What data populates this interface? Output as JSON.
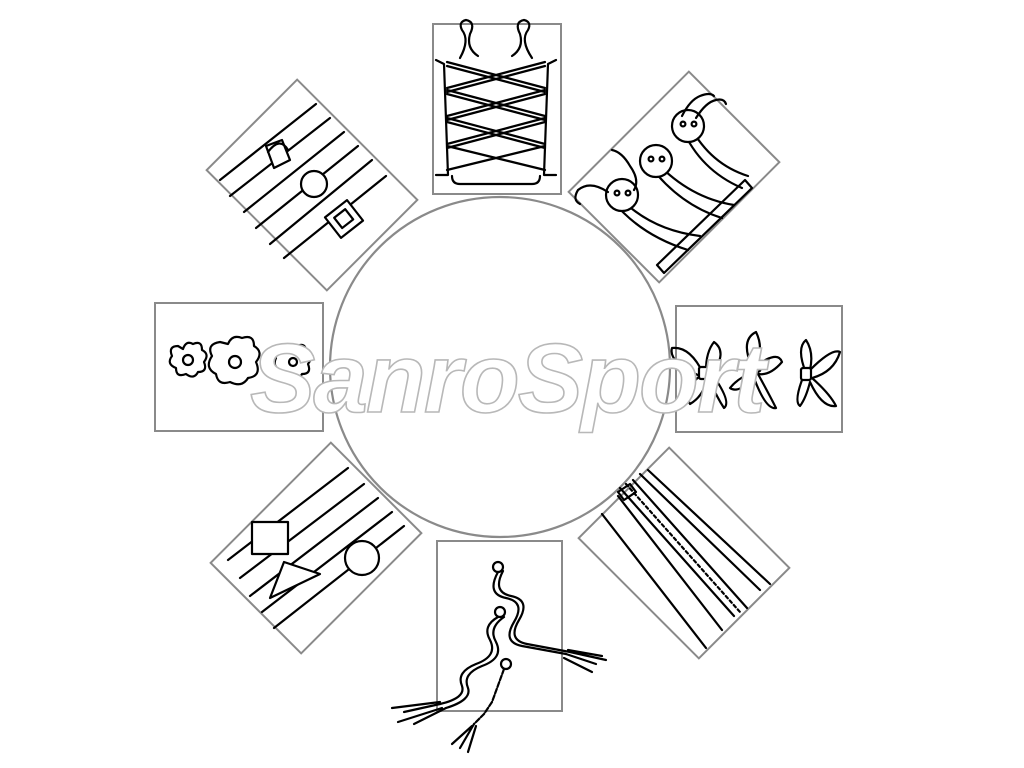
{
  "watermark": "SanroSport",
  "colors": {
    "frame": "#8a8a8a",
    "ink": "#000000",
    "background": "#ffffff",
    "watermark": "#b8b8b8"
  },
  "panels": [
    {
      "id": "lacing",
      "icon": "shoelace-crisscross-icon"
    },
    {
      "id": "buttons",
      "icon": "buttons-with-laces-icon"
    },
    {
      "id": "bows",
      "icon": "tied-bows-icon"
    },
    {
      "id": "zipper",
      "icon": "zipper-icon"
    },
    {
      "id": "cords",
      "icon": "wavy-cords-icon"
    },
    {
      "id": "shapes",
      "icon": "square-triangle-circle-icon"
    },
    {
      "id": "flowers",
      "icon": "flower-buttons-icon"
    },
    {
      "id": "buckles",
      "icon": "belt-buckles-icon"
    }
  ]
}
